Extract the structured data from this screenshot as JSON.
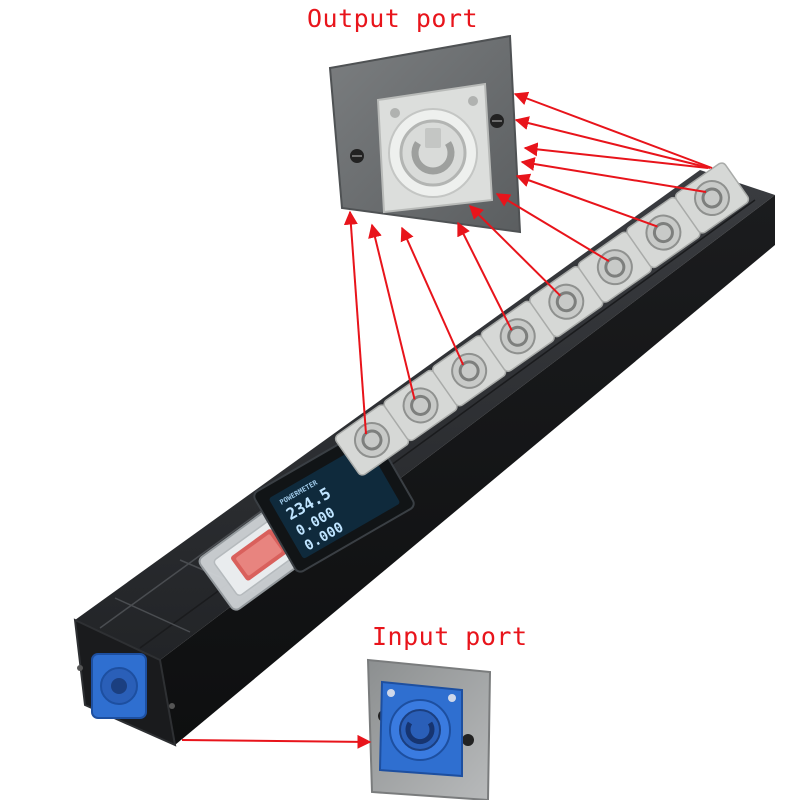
{
  "labels": {
    "output_port": "Output port",
    "input_port": "Input port"
  },
  "meter": {
    "brand": "POWERMETER",
    "line1": "234.5",
    "line2": "0.000",
    "line3": "0.000"
  },
  "product": {
    "output_connectors": 8,
    "input_connectors": 1
  },
  "colors": {
    "annotation": "#e8141b",
    "housing": "#2a2c2f",
    "output_connector": "#d6d8d6",
    "input_connector": "#2f6fd0",
    "panel": "#6d7072",
    "meter_display": "#0f2a3c",
    "switch_red": "#d9605c"
  }
}
